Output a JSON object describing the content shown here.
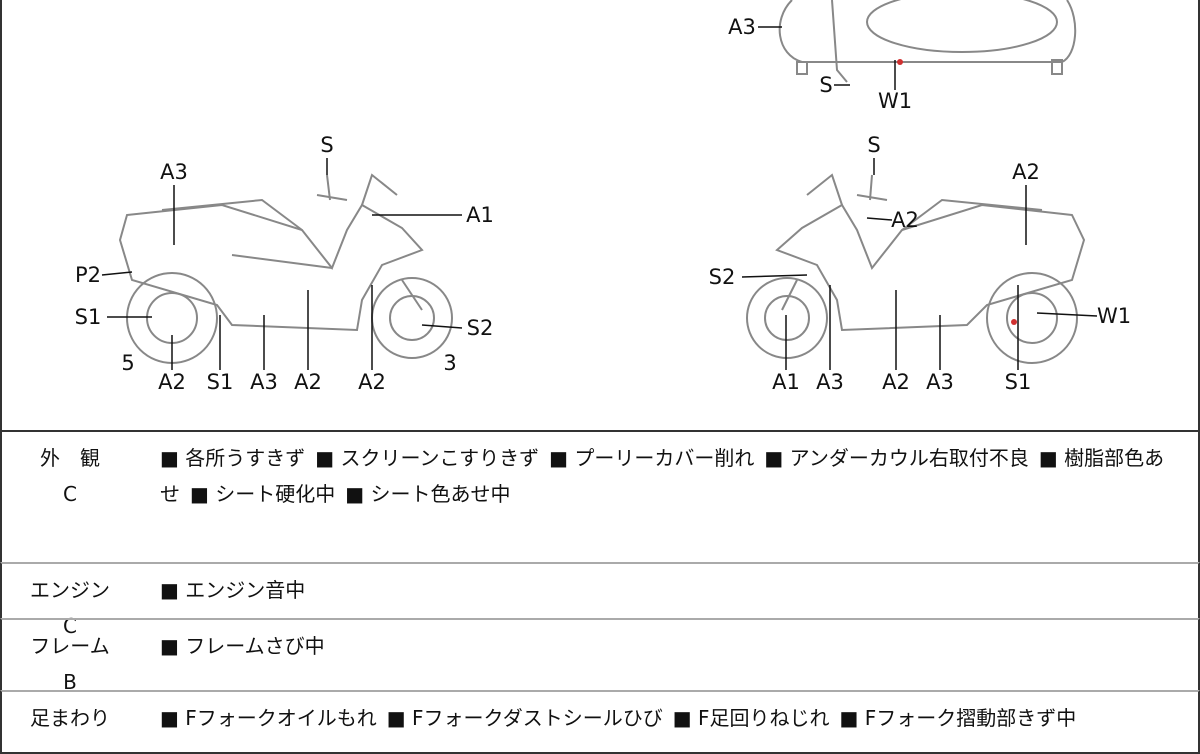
{
  "diagram": {
    "top_view_labels": [
      "A3",
      "S",
      "W1"
    ],
    "left_view_labels": [
      "S",
      "A3",
      "A1",
      "P2",
      "S1",
      "S2",
      "5",
      "3",
      "A2",
      "S1",
      "A3",
      "A2",
      "A2"
    ],
    "right_view_labels": [
      "S",
      "A2",
      "A2",
      "S2",
      "W1",
      "A1",
      "A3",
      "A2",
      "A3",
      "S1"
    ]
  },
  "rows": [
    {
      "category": "外　観",
      "grade": "C",
      "items": [
        "■ 各所うすきず",
        "■ スクリーンこすりきず",
        "■ プーリーカバー削れ",
        "■ アンダーカウル右取付不良",
        "■ 樹脂部色あせ",
        "■ シート硬化中",
        "■ シート色あせ中"
      ]
    },
    {
      "category": "エンジン",
      "grade": "C",
      "items": [
        "■ エンジン音中"
      ]
    },
    {
      "category": "フレーム",
      "grade": "B",
      "items": [
        "■ フレームさび中"
      ]
    },
    {
      "category": "足まわり",
      "grade": "",
      "items": [
        "■ Fフォークオイルもれ",
        "■ Fフォークダストシールひび",
        "■ F足回りねじれ",
        "■ Fフォーク摺動部きず中"
      ]
    }
  ],
  "colors": {
    "outline": "#888888",
    "marker": "#d03030"
  }
}
